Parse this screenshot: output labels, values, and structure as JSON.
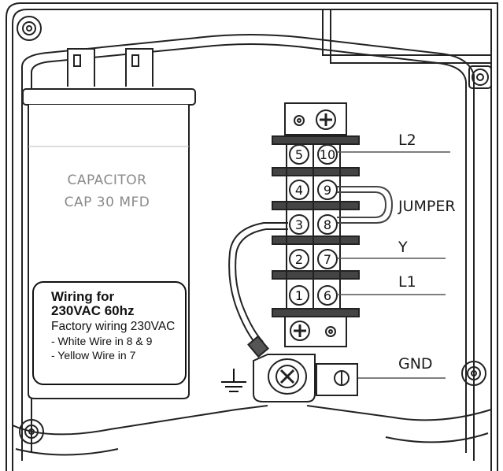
{
  "capacitor": {
    "label_line1": "CAPACITOR",
    "label_line2": "CAP 30 MFD"
  },
  "note": {
    "title_line1": "Wiring for",
    "title_line2": "230VAC 60hz",
    "line3": "Factory wiring 230VAC",
    "line4": "- White Wire in 8 & 9",
    "line5": "- Yellow Wire in 7"
  },
  "terminals": {
    "left": [
      "5",
      "4",
      "3",
      "2",
      "1"
    ],
    "right": [
      "10",
      "9",
      "8",
      "7",
      "6"
    ]
  },
  "wire_labels": {
    "l2": "L2",
    "jumper": "JUMPER",
    "y": "Y",
    "l1": "L1",
    "gnd": "GND"
  }
}
